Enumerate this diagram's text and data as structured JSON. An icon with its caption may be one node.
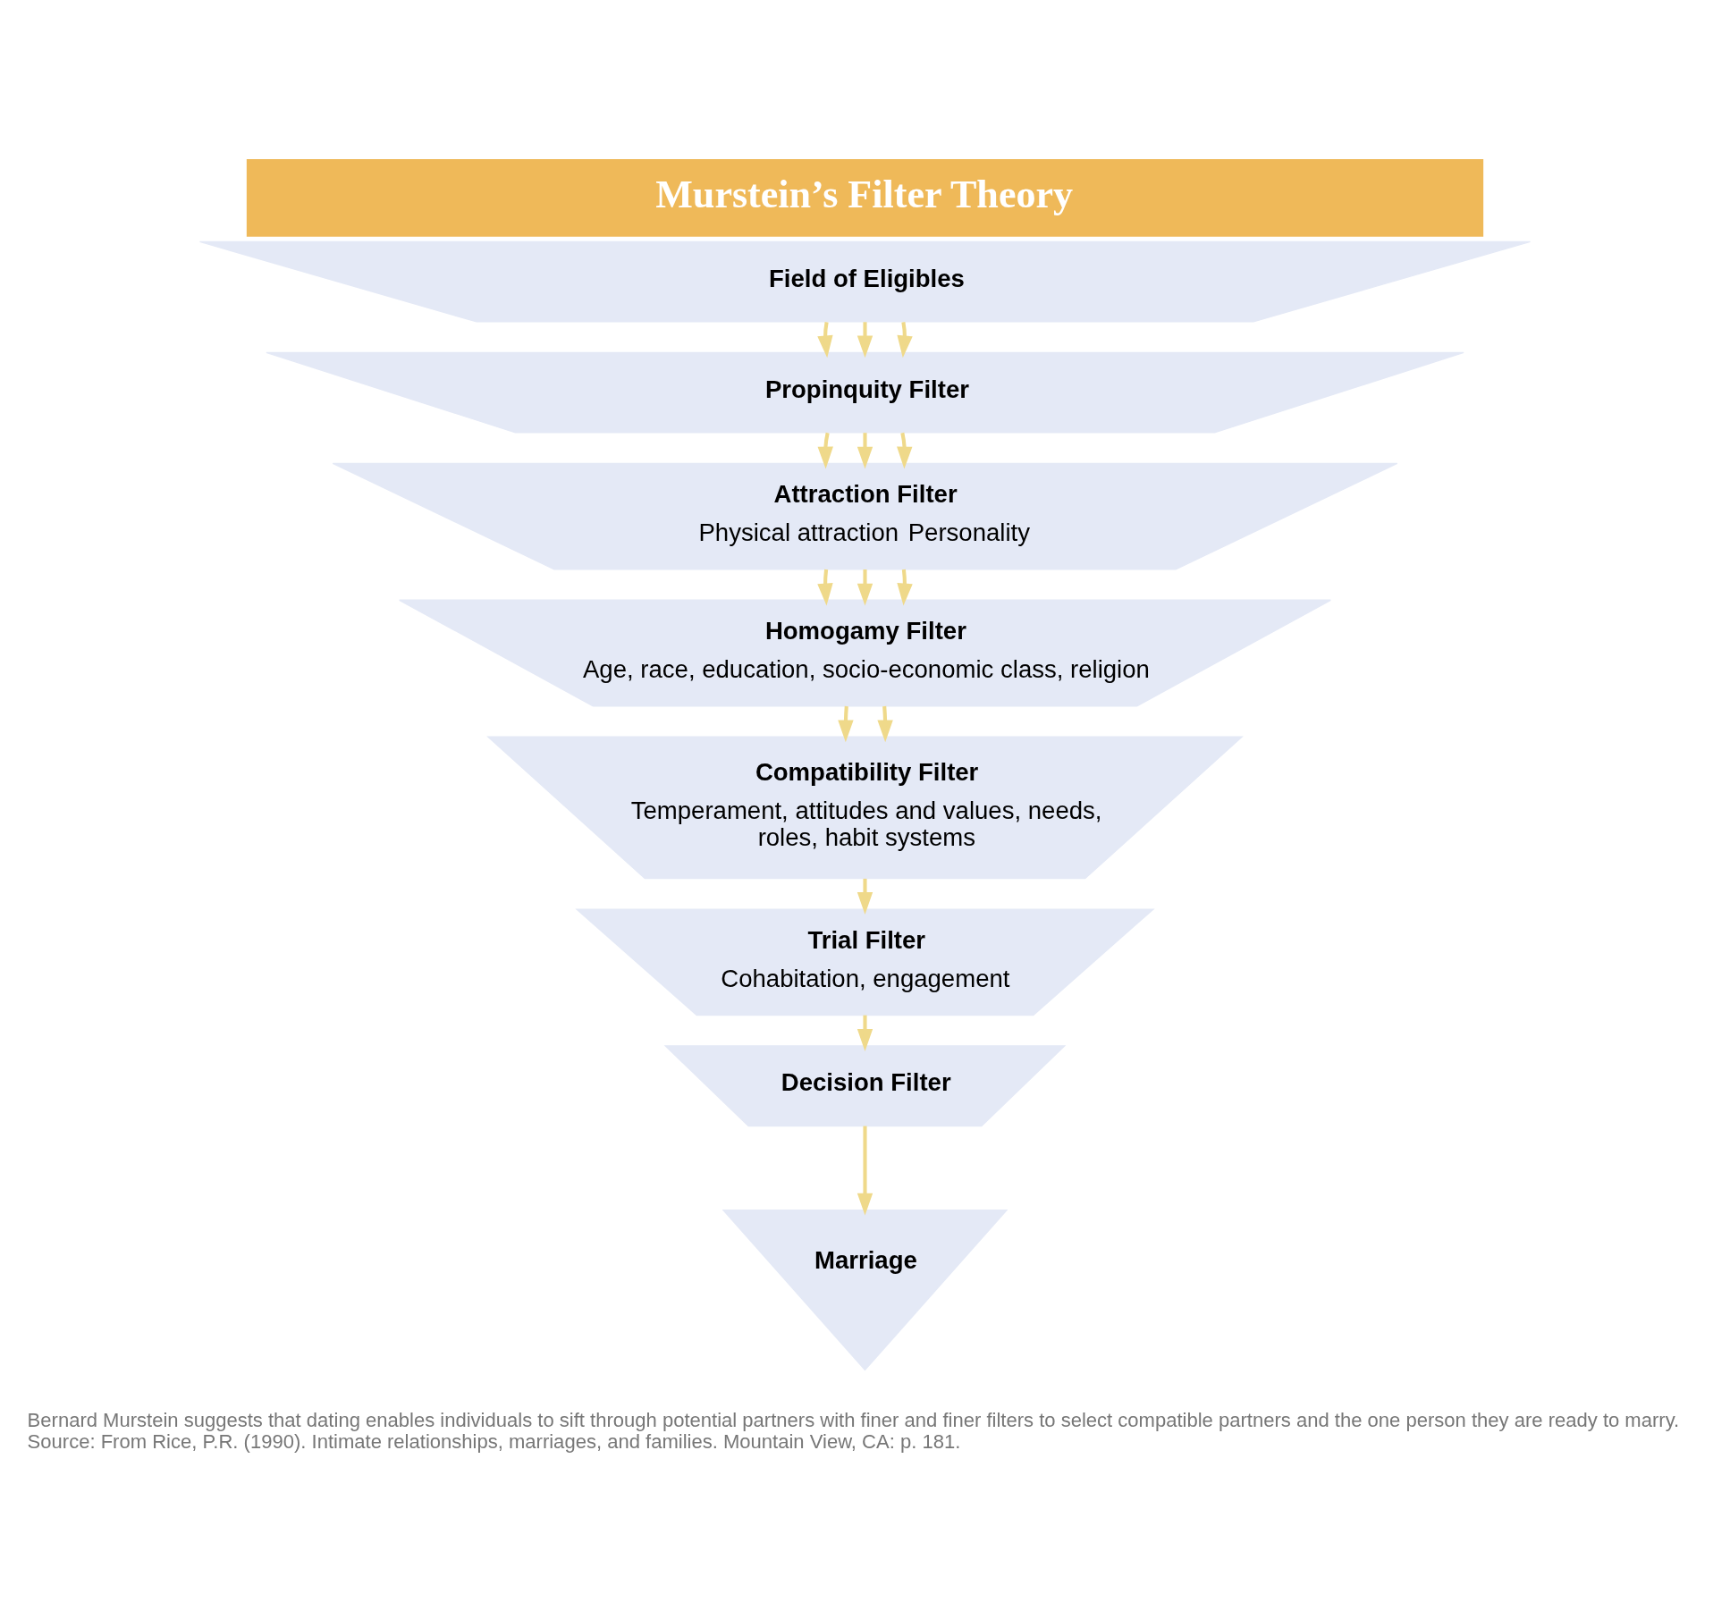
{
  "diagram": {
    "title": "Murstein’s Filter Theory",
    "caption": "Bernard Murstein suggests that dating enables individuals to sift through potential partners with finer and finer filters to select compatible partners and the one person they are ready to marry. Source: From Rice, P.R. (1990). Intimate relationships, marriages, and families. Mountain View, CA: p. 181.",
    "nodes": [
      {
        "text": [
          "Field of Eligibles"
        ]
      },
      {
        "text": [
          "Propinquity Filter"
        ]
      },
      {
        "text": [
          "Attraction Filter",
          "Physical attraction",
          "Personality"
        ]
      },
      {
        "text": [
          "Homogamy Filter",
          "Age, race, education, socio-economic class, religion"
        ]
      },
      {
        "text": [
          "Compatibility Filter",
          "Temperament, attitudes and values, needs, roles, habit systems"
        ]
      },
      {
        "text": [
          "Trial Filter",
          "Cohabitation, engagement"
        ]
      },
      {
        "text": [
          "Decision Filter"
        ]
      },
      {
        "text": [
          "Marriage"
        ]
      }
    ],
    "edges": [
      {
        "from": 0,
        "to": 1,
        "arrow": "to"
      },
      {
        "from": 0,
        "to": 1,
        "arrow": "to"
      },
      {
        "from": 0,
        "to": 1,
        "arrow": "to"
      },
      {
        "from": 1,
        "to": 2,
        "arrow": "to"
      },
      {
        "from": 1,
        "to": 2,
        "arrow": "to"
      },
      {
        "from": 1,
        "to": 2,
        "arrow": "to"
      },
      {
        "from": 2,
        "to": 3,
        "arrow": "to"
      },
      {
        "from": 2,
        "to": 3,
        "arrow": "to"
      },
      {
        "from": 2,
        "to": 3,
        "arrow": "to"
      },
      {
        "from": 3,
        "to": 4,
        "arrow": "to"
      },
      {
        "from": 3,
        "to": 4,
        "arrow": "to"
      },
      {
        "from": 4,
        "to": 5,
        "arrow": "to"
      },
      {
        "from": 5,
        "to": 6,
        "arrow": "to"
      },
      {
        "from": 6,
        "to": 7,
        "arrow": "to"
      }
    ]
  }
}
